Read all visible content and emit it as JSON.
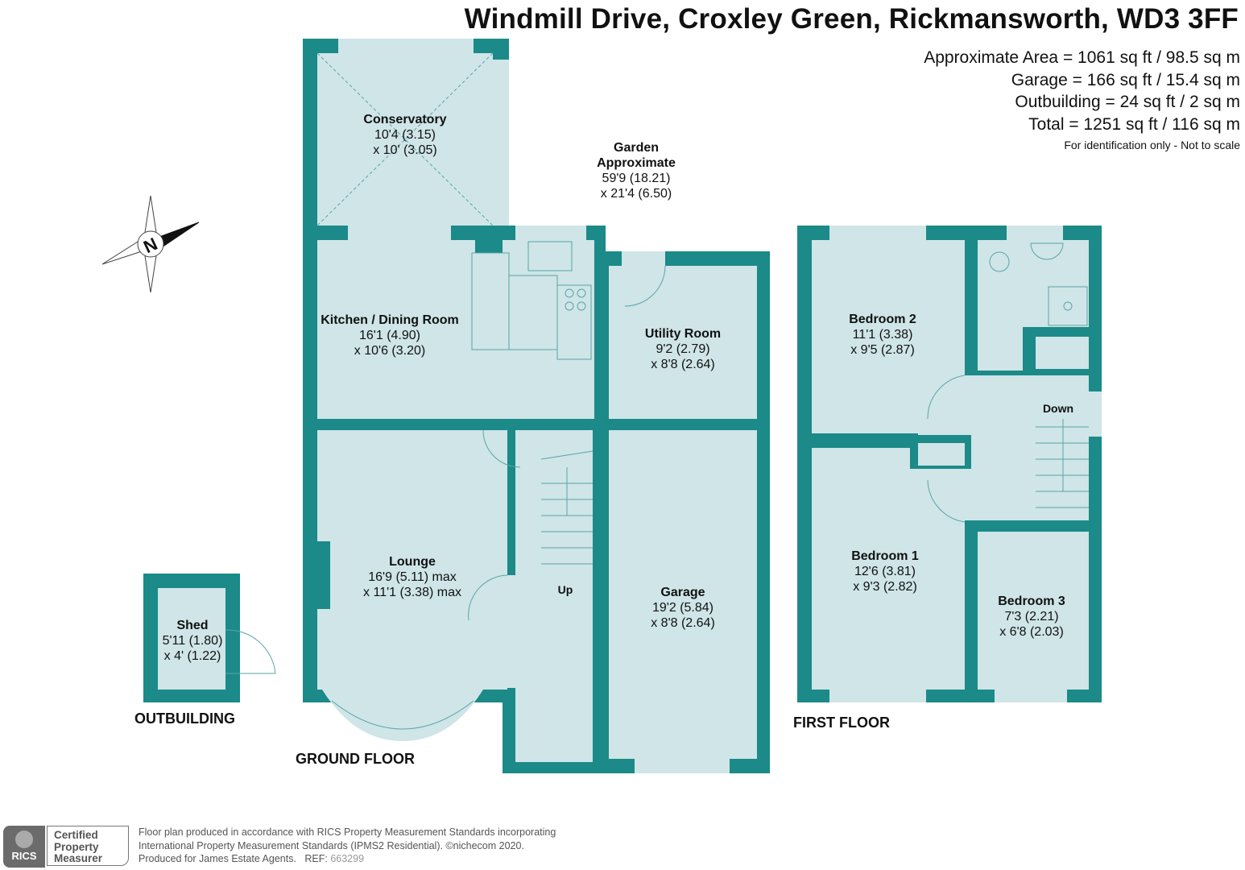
{
  "header": {
    "title": "Windmill Drive, Croxley Green, Rickmansworth, WD3 3FF",
    "areas": [
      "Approximate Area = 1061 sq ft / 98.5 sq m",
      "Garage = 166 sq ft / 15.4 sq m",
      "Outbuilding = 24 sq ft / 2 sq m",
      "Total = 1251 sq ft / 116 sq m"
    ],
    "note": "For identification only - Not to scale"
  },
  "colors": {
    "wall": "#1b8a88",
    "floor": "#cfe5e8",
    "text": "#111111"
  },
  "compass": {
    "icon": "compass-rose-icon",
    "label": "N"
  },
  "ground_floor": {
    "label": "GROUND FLOOR",
    "rooms": {
      "conservatory": {
        "name": "Conservatory",
        "dim1": "10'4 (3.15)",
        "dim2": "x 10' (3.05)"
      },
      "garden": {
        "name": "Garden",
        "name2": "Approximate",
        "dim1": "59'9 (18.21)",
        "dim2": "x 21'4 (6.50)"
      },
      "kitchen": {
        "name": "Kitchen / Dining Room",
        "dim1": "16'1 (4.90)",
        "dim2": "x 10'6 (3.20)"
      },
      "utility": {
        "name": "Utility Room",
        "dim1": "9'2 (2.79)",
        "dim2": "x 8'8 (2.64)"
      },
      "lounge": {
        "name": "Lounge",
        "dim1": "16'9 (5.11) max",
        "dim2": "x 11'1 (3.38) max"
      },
      "garage": {
        "name": "Garage",
        "dim1": "19'2 (5.84)",
        "dim2": "x 8'8 (2.64)"
      }
    },
    "stairs_label": "Up"
  },
  "outbuilding": {
    "label": "OUTBUILDING",
    "shed": {
      "name": "Shed",
      "dim1": "5'11 (1.80)",
      "dim2": "x 4' (1.22)"
    }
  },
  "first_floor": {
    "label": "FIRST FLOOR",
    "rooms": {
      "bedroom2": {
        "name": "Bedroom 2",
        "dim1": "11'1 (3.38)",
        "dim2": "x 9'5 (2.87)"
      },
      "bedroom1": {
        "name": "Bedroom 1",
        "dim1": "12'6 (3.81)",
        "dim2": "x 9'3 (2.82)"
      },
      "bedroom3": {
        "name": "Bedroom 3",
        "dim1": "7'3 (2.21)",
        "dim2": "x 6'8 (2.03)"
      }
    },
    "stairs_label": "Down"
  },
  "footer": {
    "rics": "RICS",
    "cert": [
      "Certified",
      "Property",
      "Measurer"
    ],
    "lines": [
      "Floor plan produced in accordance with RICS Property Measurement Standards incorporating",
      "International Property Measurement Standards (IPMS2 Residential).   ©nichecom 2020.",
      "Produced for James Estate Agents.   REF: "
    ],
    "ref": "663299"
  }
}
